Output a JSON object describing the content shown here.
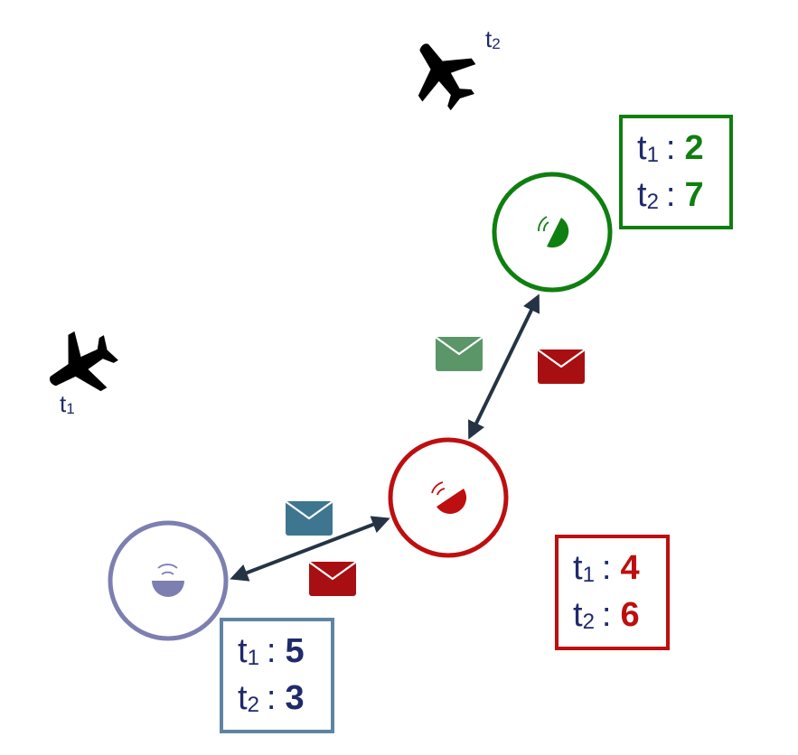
{
  "planes": [
    {
      "id": "plane-1",
      "label_base": "t",
      "label_sub": "1"
    },
    {
      "id": "plane-2",
      "label_base": "t",
      "label_sub": "2"
    }
  ],
  "nodes": [
    {
      "id": "green",
      "color": "#0f7f10",
      "timestamps": [
        {
          "label_base": "t",
          "label_sub": "1",
          "sep": ":",
          "value": "2"
        },
        {
          "label_base": "t",
          "label_sub": "2",
          "sep": ":",
          "value": "7"
        }
      ]
    },
    {
      "id": "red",
      "color": "#bd0f0f",
      "timestamps": [
        {
          "label_base": "t",
          "label_sub": "1",
          "sep": ":",
          "value": "4"
        },
        {
          "label_base": "t",
          "label_sub": "2",
          "sep": ":",
          "value": "6"
        }
      ]
    },
    {
      "id": "blue",
      "color": "#7c7fb0",
      "timestamps": [
        {
          "label_base": "t",
          "label_sub": "1",
          "sep": ":",
          "value": "5"
        },
        {
          "label_base": "t",
          "label_sub": "2",
          "sep": ":",
          "value": "3"
        }
      ]
    }
  ],
  "messages": [
    {
      "id": "msg-green",
      "color": "#5a9668"
    },
    {
      "id": "msg-red-upper",
      "color": "#a80f12"
    },
    {
      "id": "msg-blue",
      "color": "#3e7690"
    },
    {
      "id": "msg-red-lower",
      "color": "#a80f12"
    }
  ],
  "colors": {
    "link": "#253444",
    "plane": "#000000",
    "label": "#1f2a6b"
  }
}
